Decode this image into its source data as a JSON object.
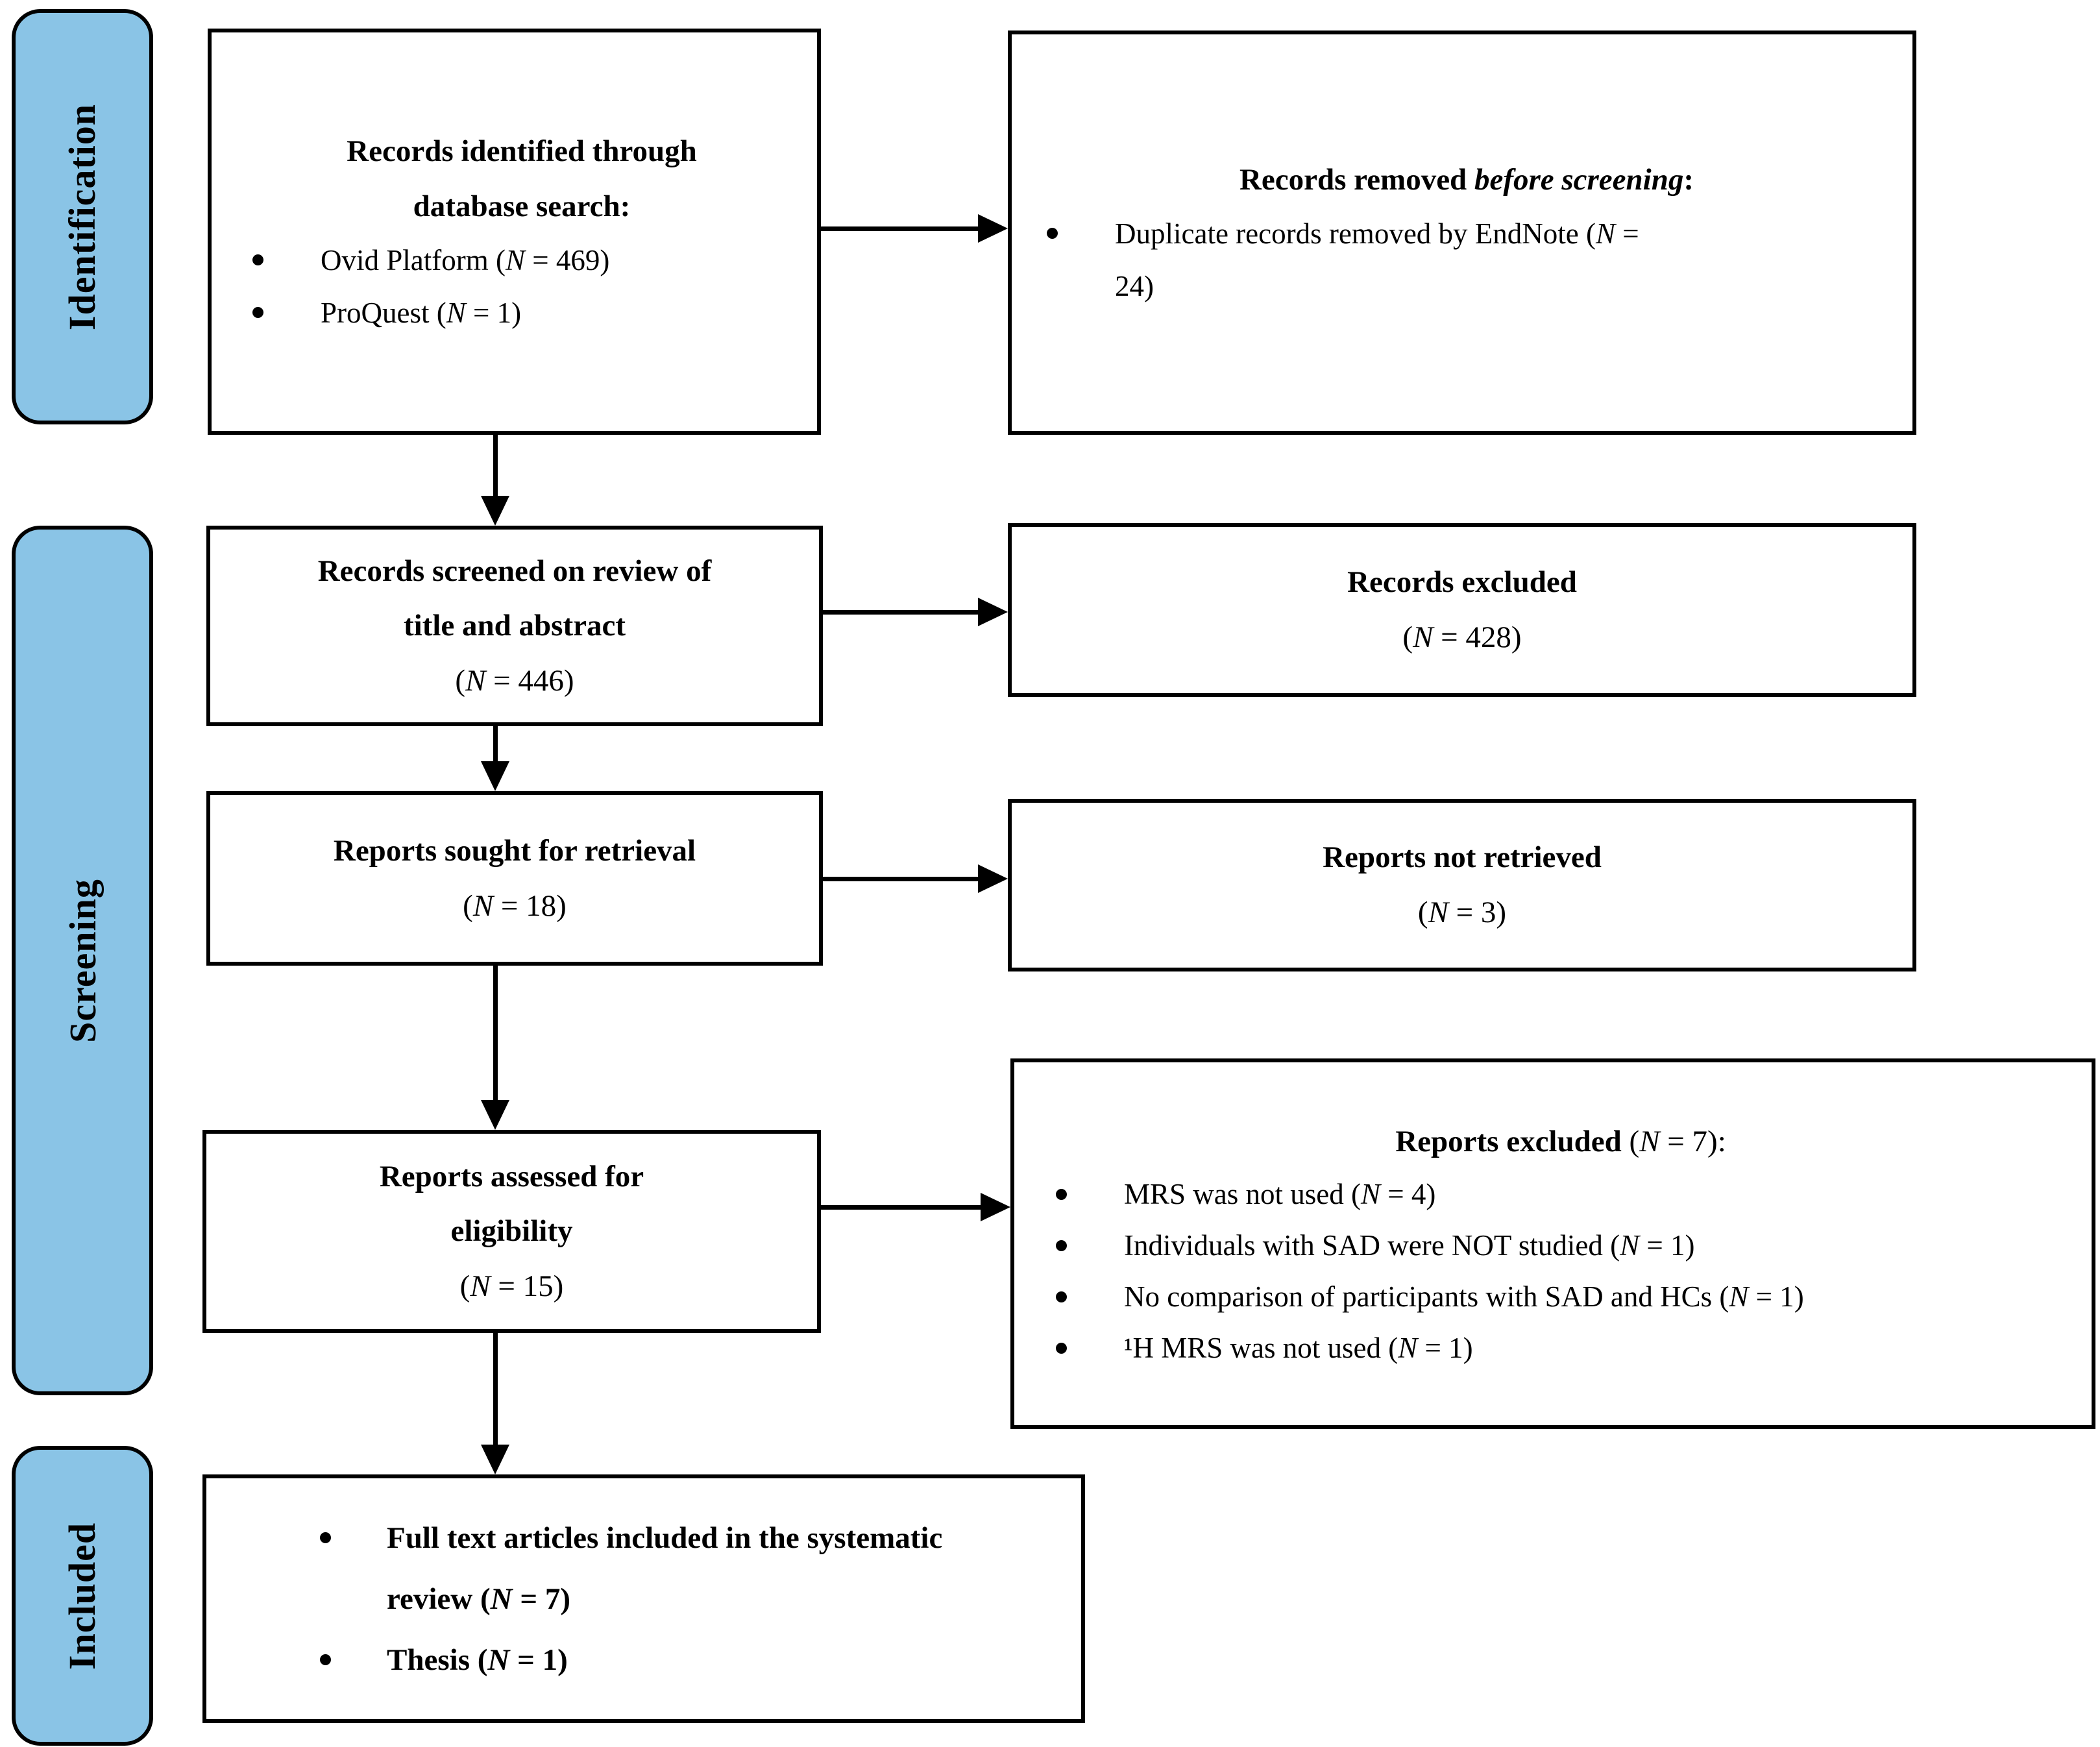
{
  "colors": {
    "sidebar_fill": "#8AC4E6",
    "box_border": "#000000",
    "box_fill": "#FFFFFF",
    "text": "#000000"
  },
  "sidebar": {
    "identification": "Identification",
    "screening": "Screening",
    "included": "Included"
  },
  "flow": {
    "identified": {
      "title": [
        {
          "t": "Records identified through database search:",
          "s": "b"
        }
      ],
      "bullets": [
        [
          {
            "t": "Ovid Platform ("
          },
          {
            "t": "N",
            "s": "i"
          },
          {
            "t": " = 469)"
          }
        ],
        [
          {
            "t": "ProQuest ("
          },
          {
            "t": "N",
            "s": "i"
          },
          {
            "t": " = 1)"
          }
        ]
      ]
    },
    "removed_before": {
      "title": [
        {
          "t": "Records removed ",
          "s": "b"
        },
        {
          "t": "before screening",
          "s": "bi"
        },
        {
          "t": ":",
          "s": "b"
        }
      ],
      "bullets": [
        [
          {
            "t": "Duplicate records removed by EndNote ("
          },
          {
            "t": "N",
            "s": "i"
          },
          {
            "t": " = 24)"
          }
        ]
      ]
    },
    "screened": {
      "title": [
        {
          "t": "Records screened on review of title and abstract",
          "s": "b"
        }
      ],
      "count": [
        {
          "t": "("
        },
        {
          "t": "N",
          "s": "i"
        },
        {
          "t": " = 446)"
        }
      ]
    },
    "records_excluded": {
      "title": [
        {
          "t": "Records excluded",
          "s": "b"
        }
      ],
      "count": [
        {
          "t": "("
        },
        {
          "t": "N",
          "s": "i"
        },
        {
          "t": " = 428)"
        }
      ]
    },
    "sought": {
      "title": [
        {
          "t": "Reports sought for retrieval",
          "s": "b"
        }
      ],
      "count": [
        {
          "t": "("
        },
        {
          "t": "N",
          "s": "i"
        },
        {
          "t": " = 18)"
        }
      ]
    },
    "not_retrieved": {
      "title": [
        {
          "t": "Reports not retrieved",
          "s": "b"
        }
      ],
      "count": [
        {
          "t": "("
        },
        {
          "t": "N",
          "s": "i"
        },
        {
          "t": " = 3)"
        }
      ]
    },
    "assessed": {
      "title": [
        {
          "t": "Reports assessed for eligibility",
          "s": "b"
        }
      ],
      "count": [
        {
          "t": "("
        },
        {
          "t": "N",
          "s": "i"
        },
        {
          "t": " = 15)"
        }
      ]
    },
    "reports_excluded": {
      "title": [
        {
          "t": "Reports excluded ",
          "s": "b"
        },
        {
          "t": "("
        },
        {
          "t": "N",
          "s": "i"
        },
        {
          "t": " = 7):"
        }
      ],
      "bullets": [
        [
          {
            "t": "MRS was not used ("
          },
          {
            "t": "N",
            "s": "i"
          },
          {
            "t": " = 4)"
          }
        ],
        [
          {
            "t": "Individuals with SAD were NOT studied ("
          },
          {
            "t": "N",
            "s": "i"
          },
          {
            "t": " = 1)"
          }
        ],
        [
          {
            "t": "No comparison of participants with SAD and HCs ("
          },
          {
            "t": "N",
            "s": "i"
          },
          {
            "t": " = 1)"
          }
        ],
        [
          {
            "t": "¹H MRS was not used ("
          },
          {
            "t": "N",
            "s": "i"
          },
          {
            "t": " = 1)"
          }
        ]
      ]
    },
    "included_final": {
      "bullets": [
        [
          {
            "t": "Full text articles included in the systematic review (",
            "s": "b"
          },
          {
            "t": "N",
            "s": "bi"
          },
          {
            "t": " = 7)",
            "s": "b"
          }
        ],
        [
          {
            "t": "Thesis (",
            "s": "b"
          },
          {
            "t": "N",
            "s": "bi"
          },
          {
            "t": " = 1)",
            "s": "b"
          }
        ]
      ]
    }
  }
}
